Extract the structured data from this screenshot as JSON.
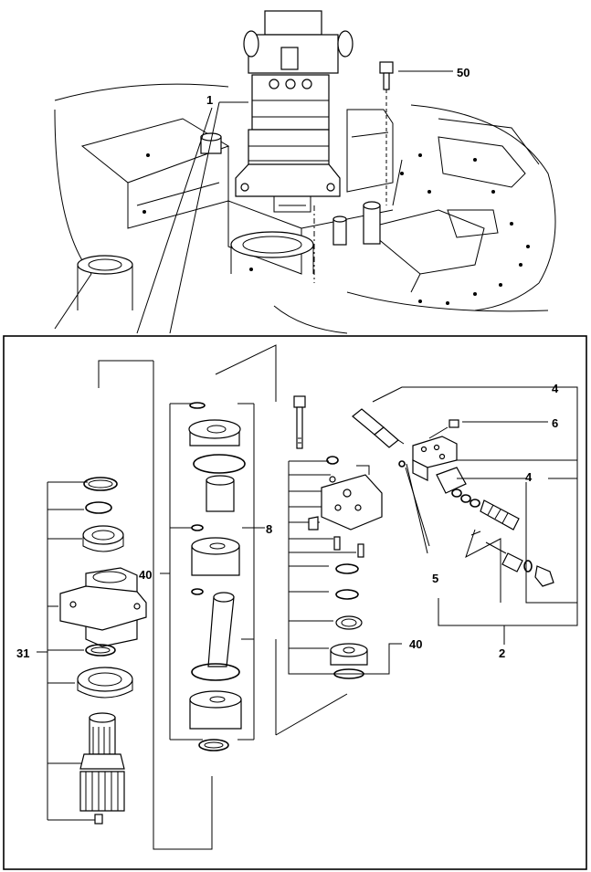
{
  "diagram": {
    "callouts": {
      "c1": "1",
      "c2": "2",
      "c4a": "4",
      "c4b": "4",
      "c5": "5",
      "c6": "6",
      "c8": "8",
      "c31": "31",
      "c40a": "40",
      "c40b": "40",
      "c50": "50"
    }
  }
}
